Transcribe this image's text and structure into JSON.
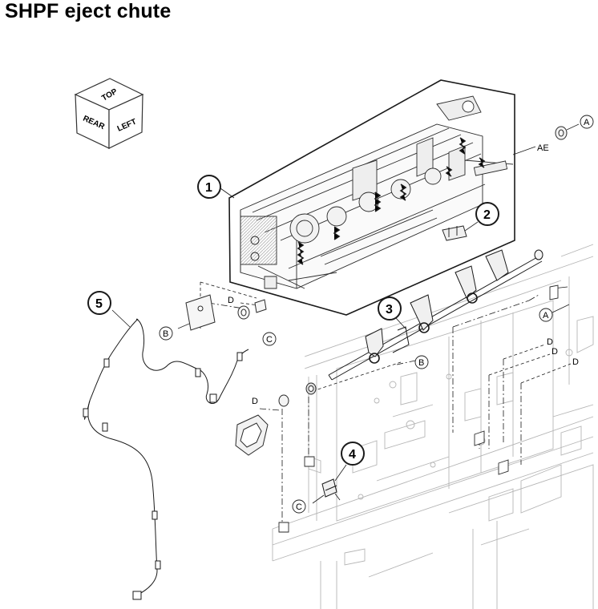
{
  "title": "SHPF eject chute",
  "orientation_cube": {
    "top_label": "TOP",
    "rear_label": "REAR",
    "left_label": "LEFT"
  },
  "callouts": {
    "c1": "1",
    "c2": "2",
    "c3": "3",
    "c4": "4",
    "c5": "5"
  },
  "refs": {
    "A1": "A",
    "A2": "A",
    "B1": "B",
    "B2": "B",
    "C1": "C",
    "C2": "C",
    "D1": "D",
    "D2": "D",
    "D3": "D",
    "D4": "D",
    "D5": "D",
    "AE": "AE"
  },
  "colors": {
    "line": "#1a1a1a",
    "faint": "#b5b5b5",
    "mid": "#6e6e6e"
  }
}
